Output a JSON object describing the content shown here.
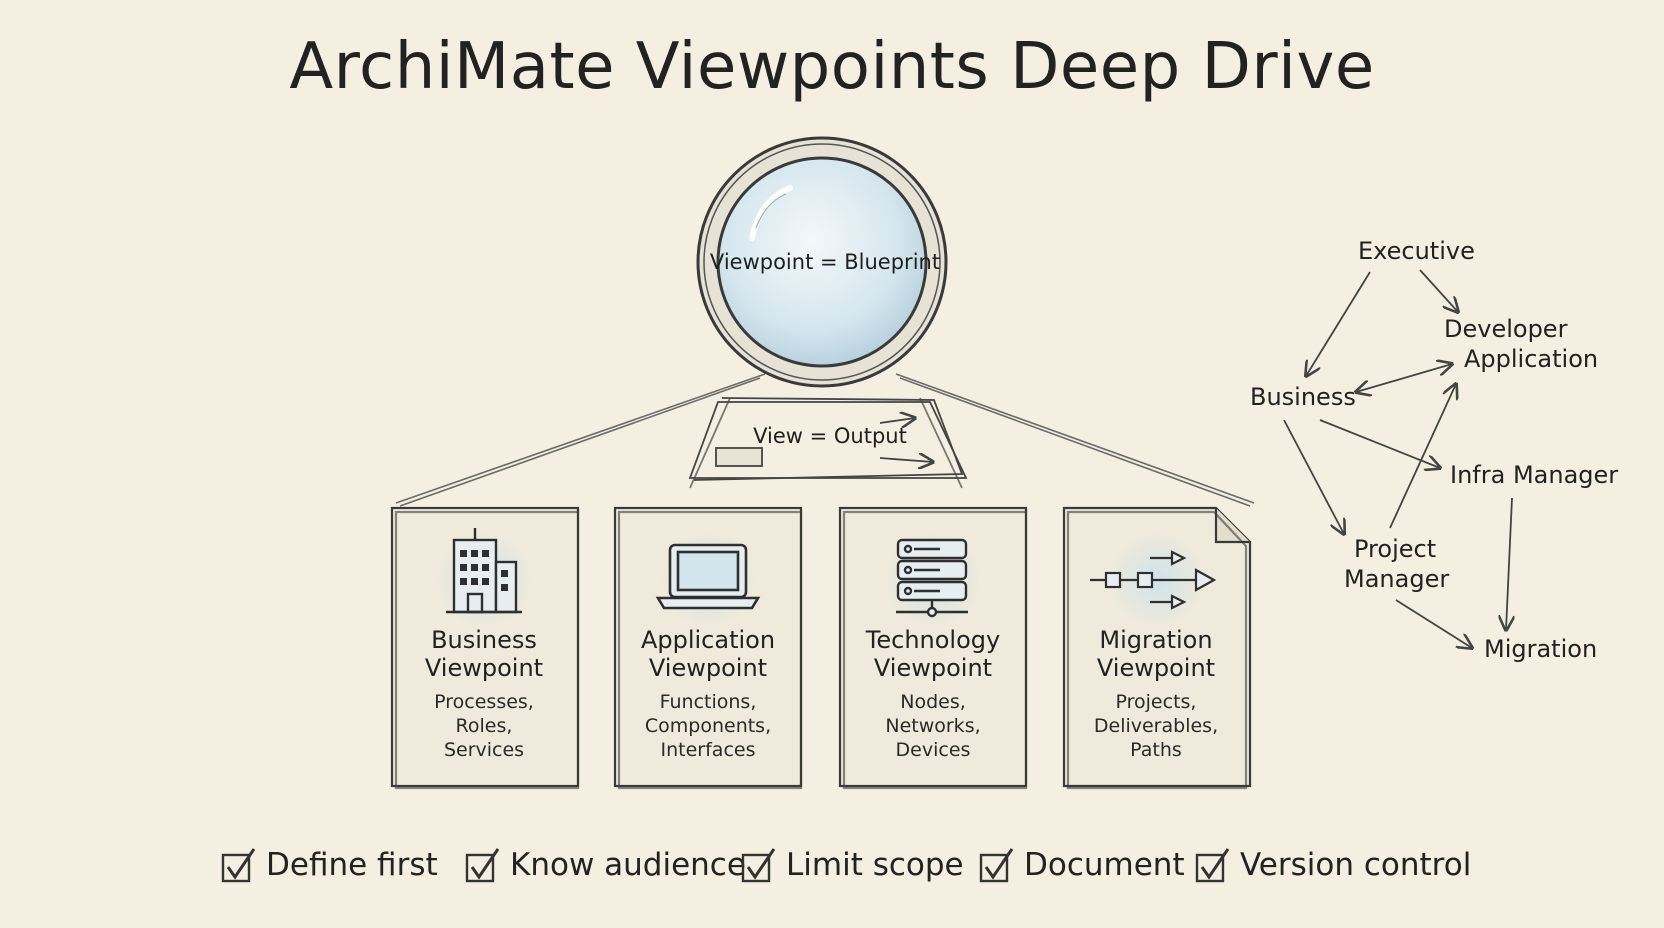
{
  "title": "ArchiMate Viewpoints Deep Drive",
  "lens_label": "Viewpoint = Blueprint",
  "view_label": "View = Output",
  "cards": [
    {
      "title": "Business Viewpoint",
      "title_line1": "Business",
      "title_line2": "Viewpoint",
      "body": [
        "Processes,",
        "Roles,",
        "Services"
      ],
      "icon": "building-icon"
    },
    {
      "title": "Application Viewpoint",
      "title_line1": "Application",
      "title_line2": "Viewpoint",
      "body": [
        "Functions,",
        "Components,",
        "Interfaces"
      ],
      "icon": "laptop-icon"
    },
    {
      "title": "Technology Viewpoint",
      "title_line1": "Technology",
      "title_line2": "Viewpoint",
      "body": [
        "Nodes,",
        "Networks,",
        "Devices"
      ],
      "icon": "server-icon"
    },
    {
      "title": "Migration Viewpoint",
      "title_line1": "Migration",
      "title_line2": "Viewpoint",
      "body": [
        "Projects,",
        "Deliverables,",
        "Paths"
      ],
      "icon": "migration-arrows-icon"
    }
  ],
  "stakeholders": {
    "executive": "Executive",
    "developer_line1": "Developer",
    "developer_line2": "Application",
    "business": "Business",
    "infra_manager": "Infra Manager",
    "project_manager_line1": "Project",
    "project_manager_line2": "Manager",
    "migration": "Migration"
  },
  "checklist": [
    "Define first",
    "Know audience",
    "Limit scope",
    "Document",
    "Version control"
  ],
  "colors": {
    "paper": "#f4efe1",
    "ink": "#2b2b2b",
    "lens_tint": "#cfe1ea",
    "icon_tint": "#bcd6e3"
  }
}
